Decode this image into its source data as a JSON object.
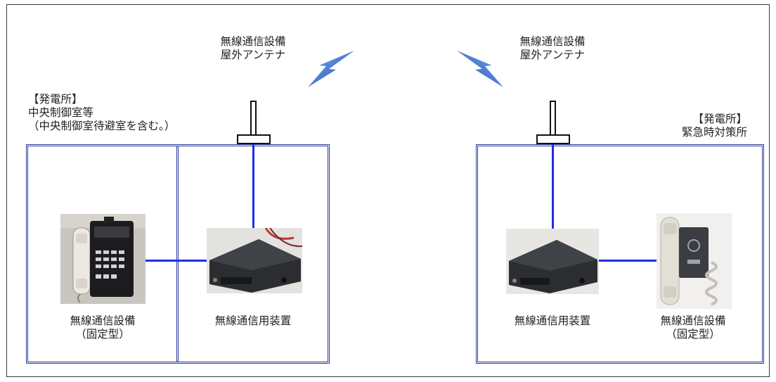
{
  "left_site": {
    "header": "【発電所】",
    "line1": "中央制御室等",
    "line2": "（中央制御室待避室を含む。）"
  },
  "right_site": {
    "header": "【発電所】",
    "line1": "緊急時対策所"
  },
  "left_antenna": {
    "line1": "無線通信設備",
    "line2": "屋外アンテナ"
  },
  "right_antenna": {
    "line1": "無線通信設備",
    "line2": "屋外アンテナ"
  },
  "left_devices": {
    "fixed_phone": {
      "line1": "無線通信設備",
      "line2": "（固定型）"
    },
    "radio_unit": {
      "line1": "無線通信用装置"
    }
  },
  "right_devices": {
    "radio_unit": {
      "line1": "無線通信用装置"
    },
    "fixed_phone": {
      "line1": "無線通信設備",
      "line2": "（固定型）"
    }
  },
  "colors": {
    "wire": "#1f2ee6",
    "box_border": "#2b3a9a",
    "bolt": "#2f63c9"
  },
  "icons": [
    "lightning-bolt-icon",
    "antenna-icon"
  ]
}
